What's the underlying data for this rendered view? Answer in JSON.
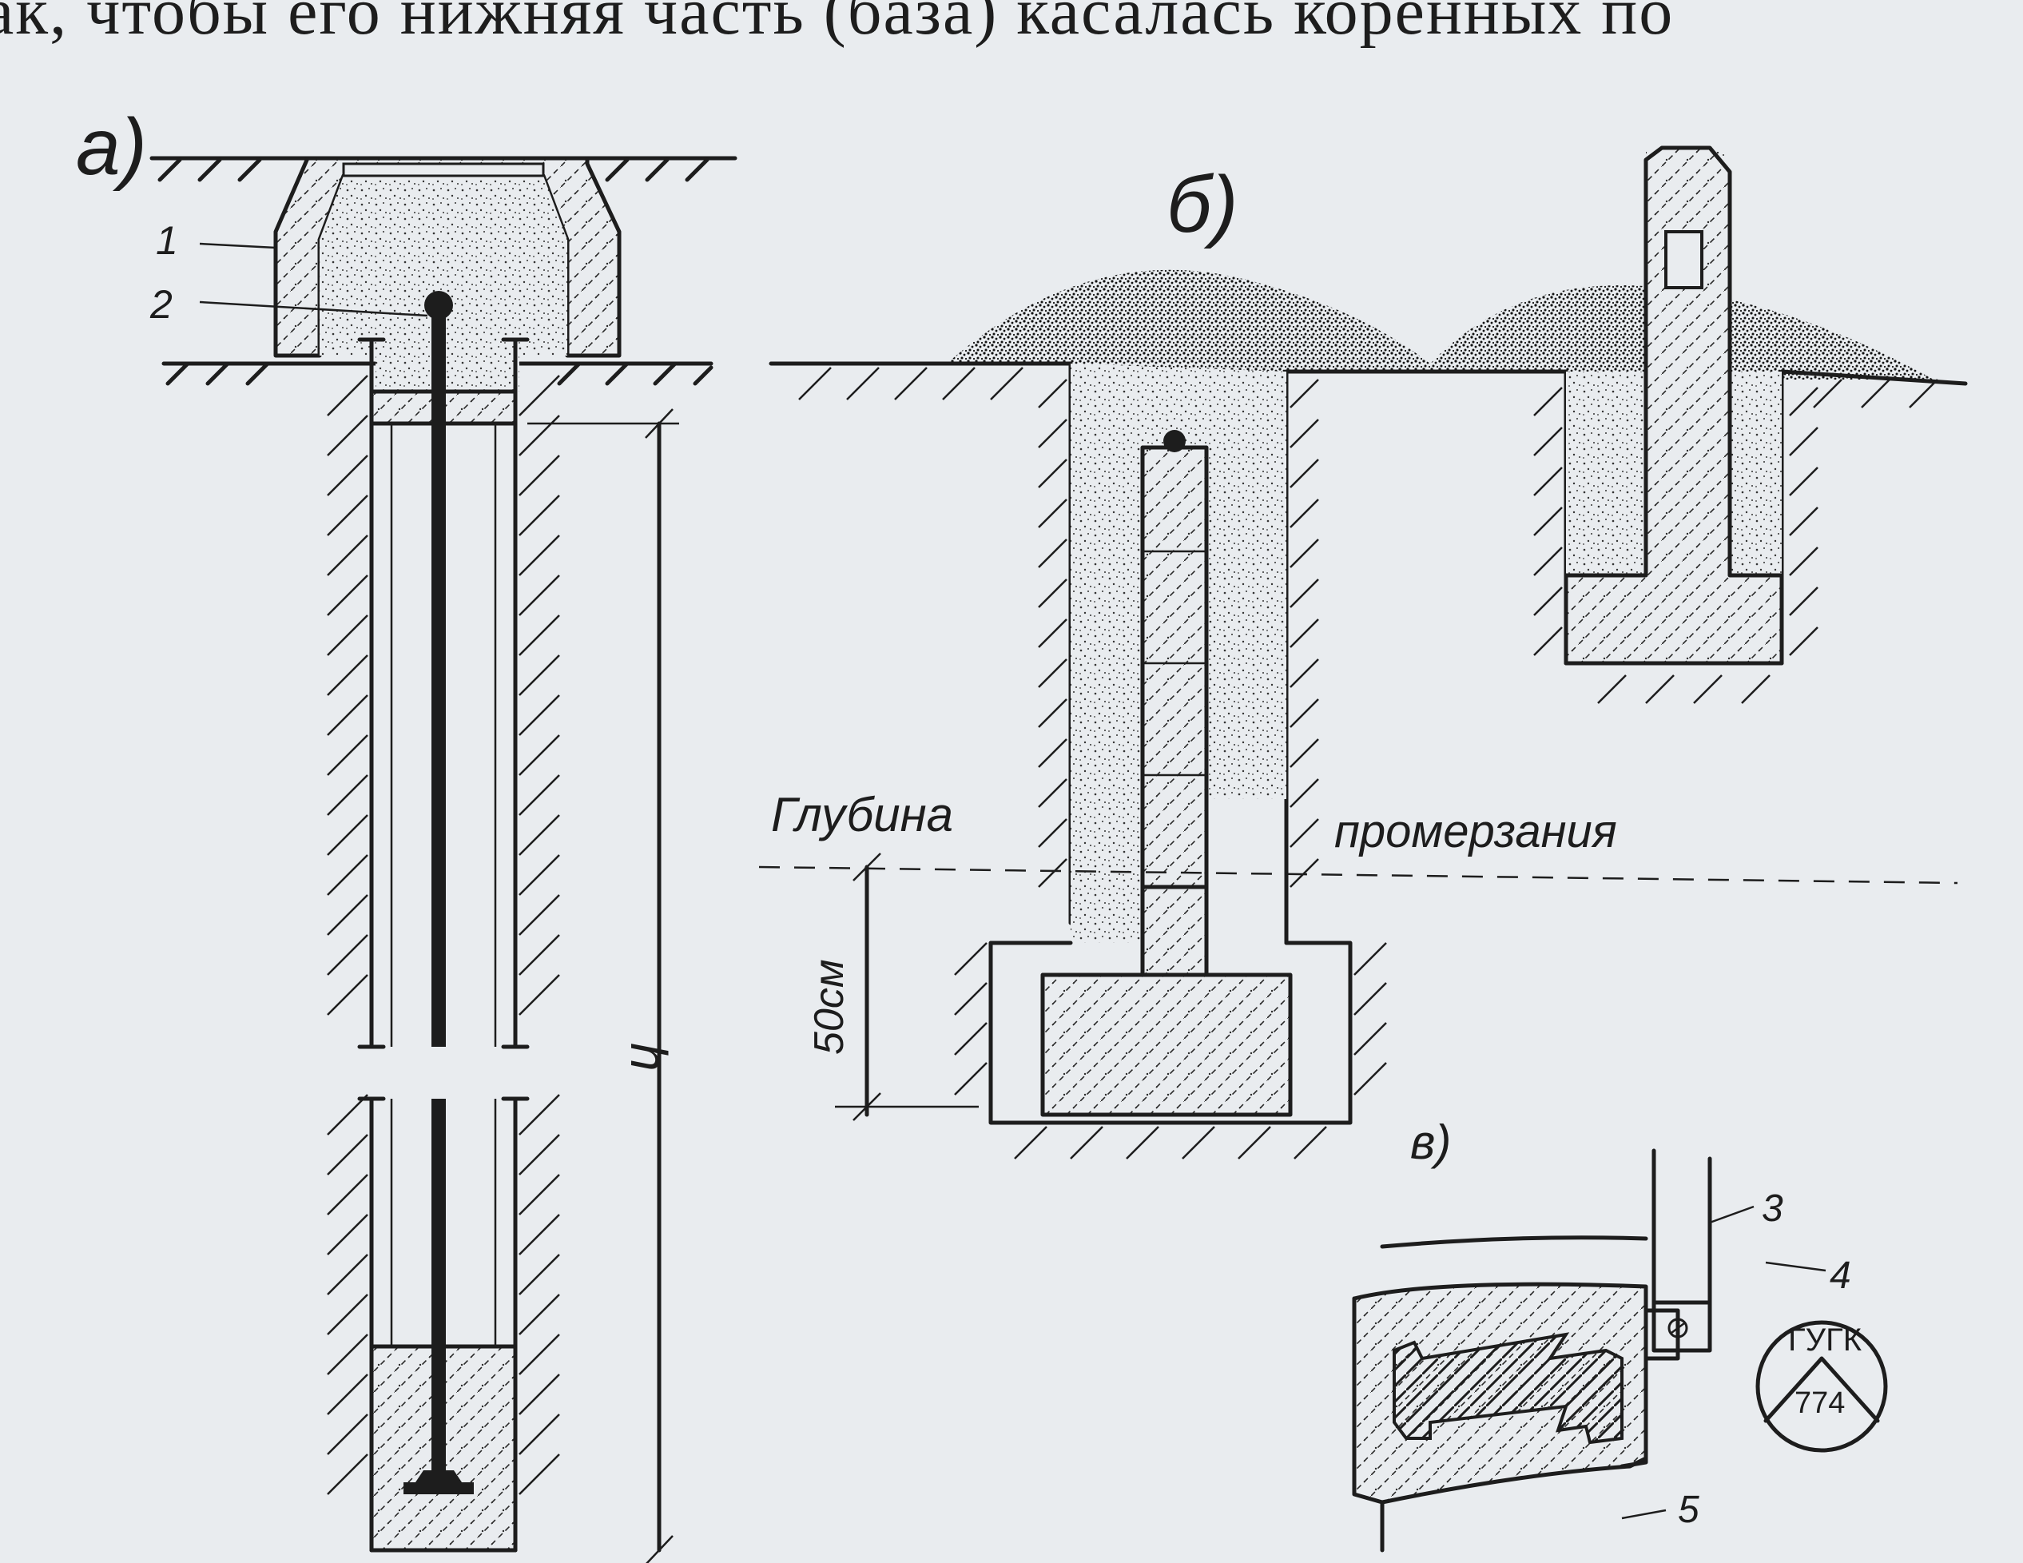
{
  "header_text": "ак, чтобы его нижняя часть (база) касалась коренных по",
  "panels": {
    "a": "а)",
    "b": "б)",
    "v": "в)"
  },
  "callouts": {
    "n1": "1",
    "n2": "2",
    "n3": "3",
    "n4": "4",
    "n5": "5"
  },
  "dimension_h": "h",
  "frost_label_left": "Глубина",
  "frost_label_right": "промерзания",
  "depth_50": "50см",
  "mark": {
    "top": "ГУГК",
    "number": "774"
  },
  "colors": {
    "paper": "#e9ecef",
    "ink": "#1d1d1d"
  }
}
